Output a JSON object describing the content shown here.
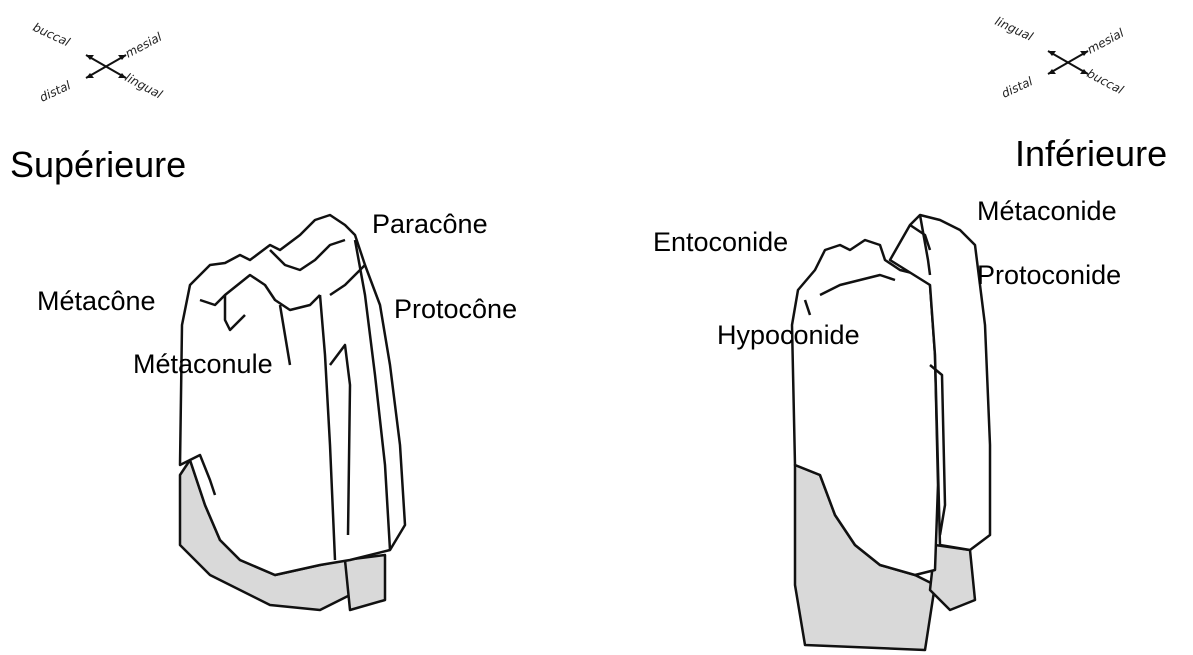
{
  "left": {
    "compass": {
      "top_left": "buccal",
      "top_right": "mesial",
      "bottom_left": "distal",
      "bottom_right": "lingual"
    },
    "title": "Supérieure",
    "cusps": {
      "paracone": "Paracône",
      "metacone": "Métacône",
      "protocone": "Protocône",
      "metaconule": "Métaconule"
    }
  },
  "right": {
    "compass": {
      "top_left": "lingual",
      "top_right": "mesial",
      "bottom_left": "distal",
      "bottom_right": "buccal"
    },
    "title": "Inférieure",
    "cusps": {
      "metaconide": "Métaconide",
      "entoconide": "Entoconide",
      "protoconide": "Protoconide",
      "hypoconide": "Hypoconide"
    }
  },
  "colors": {
    "line": "#111111",
    "root": "#d9d9d9",
    "crown": "#ffffff"
  }
}
